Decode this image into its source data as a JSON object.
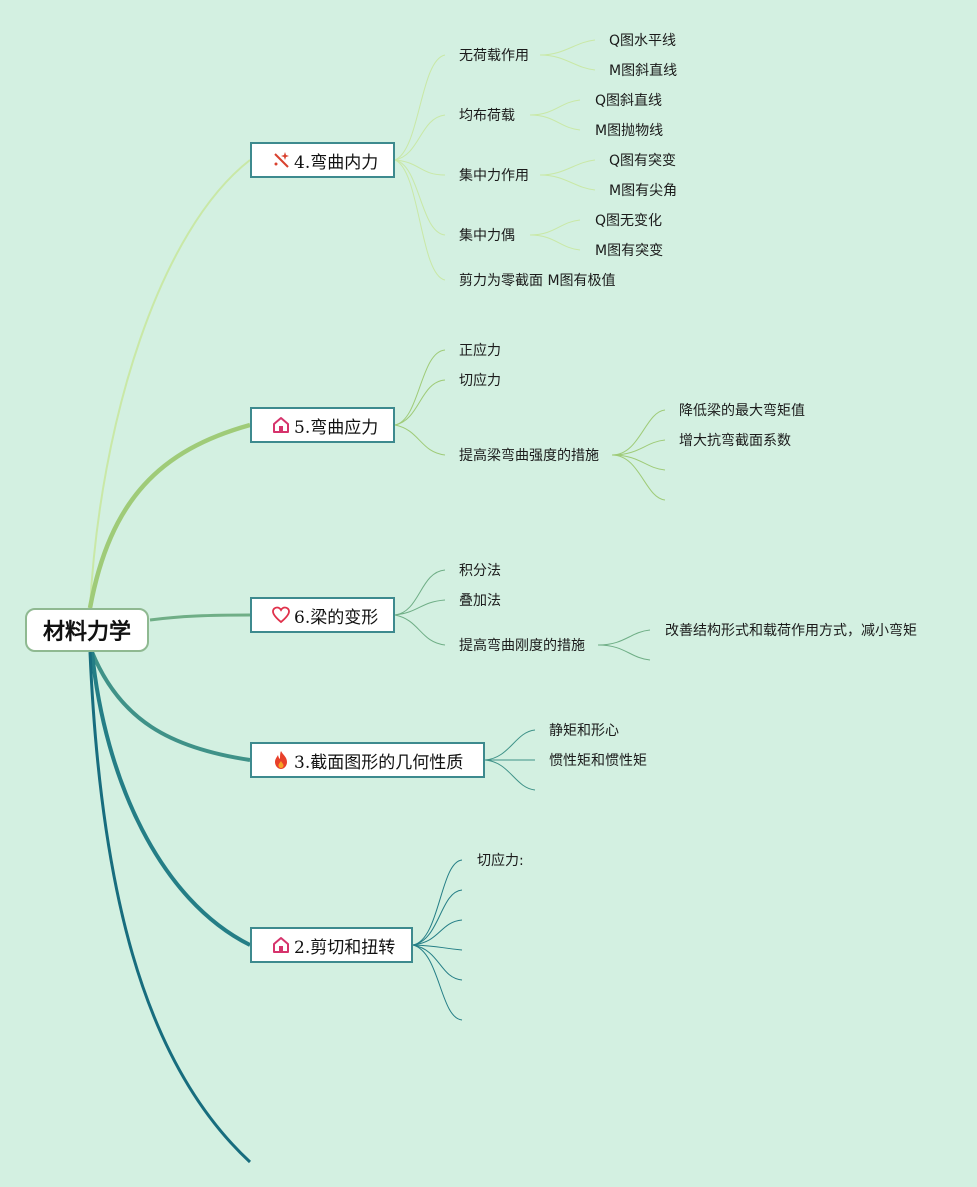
{
  "root": {
    "label": "材料力学"
  },
  "branches": {
    "b4": {
      "label": "4.弯曲内力",
      "icon": "sparkle-wand-icon",
      "items": {
        "i1": {
          "label": "无荷载作用",
          "sub": [
            "Q图水平线",
            "M图斜直线"
          ]
        },
        "i2": {
          "label": "均布荷载",
          "sub": [
            "Q图斜直线",
            "M图抛物线"
          ]
        },
        "i3": {
          "label": "集中力作用",
          "sub": [
            "Q图有突变",
            "M图有尖角"
          ]
        },
        "i4": {
          "label": "集中力偶",
          "sub": [
            "Q图无变化",
            "M图有突变"
          ]
        },
        "i5": {
          "label": "剪力为零截面 M图有极值"
        }
      }
    },
    "b5": {
      "label": "5.弯曲应力",
      "icon": "house-icon",
      "items": {
        "i1": {
          "label": "正应力"
        },
        "i2": {
          "label": "切应力"
        },
        "i3": {
          "label": "提高梁弯曲强度的措施",
          "sub": [
            "降低梁的最大弯矩值",
            "增大抗弯截面系数",
            "",
            ""
          ]
        }
      }
    },
    "b6": {
      "label": "6.梁的变形",
      "icon": "heart-icon",
      "items": {
        "i1": {
          "label": "积分法"
        },
        "i2": {
          "label": "叠加法"
        },
        "i3": {
          "label": "提高弯曲刚度的措施",
          "sub": [
            "改善结构形式和载荷作用方式，减小弯矩",
            ""
          ]
        }
      }
    },
    "b3": {
      "label": "3.截面图形的几何性质",
      "icon": "fire-icon",
      "items": [
        "静矩和形心",
        "惯性矩和惯性矩",
        ""
      ]
    },
    "b2": {
      "label": "2.剪切和扭转",
      "icon": "house-icon",
      "items": [
        "切应力:",
        "",
        "",
        "",
        "",
        ""
      ]
    }
  },
  "colors": {
    "background": "#d3f0e1",
    "b4": "#c9e8a6",
    "b5": "#9fcb78",
    "b6": "#6fae86",
    "b3": "#3f9288",
    "b2": "#247e86",
    "b1": "#176d7e",
    "box_border": "#3d8a8e",
    "root_border": "#8fb991"
  }
}
